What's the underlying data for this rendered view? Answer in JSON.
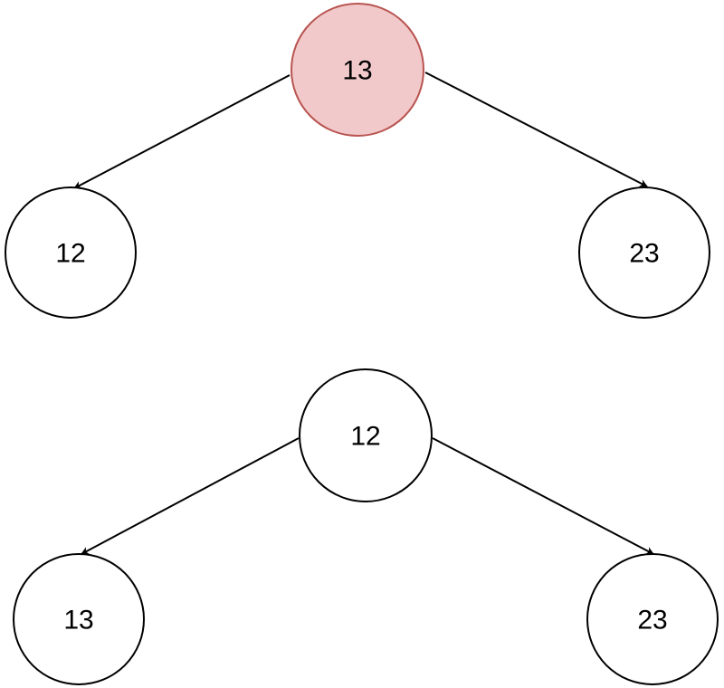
{
  "colors": {
    "highlight_fill": "#f2c9ca",
    "highlight_stroke": "#b85450",
    "node_fill": "#ffffff",
    "node_stroke": "#000000",
    "edge": "#000000"
  },
  "trees": [
    {
      "root": {
        "label": "13",
        "highlighted": true
      },
      "left": {
        "label": "12",
        "highlighted": false
      },
      "right": {
        "label": "23",
        "highlighted": false
      }
    },
    {
      "root": {
        "label": "12",
        "highlighted": false
      },
      "left": {
        "label": "13",
        "highlighted": false
      },
      "right": {
        "label": "23",
        "highlighted": false
      }
    }
  ]
}
